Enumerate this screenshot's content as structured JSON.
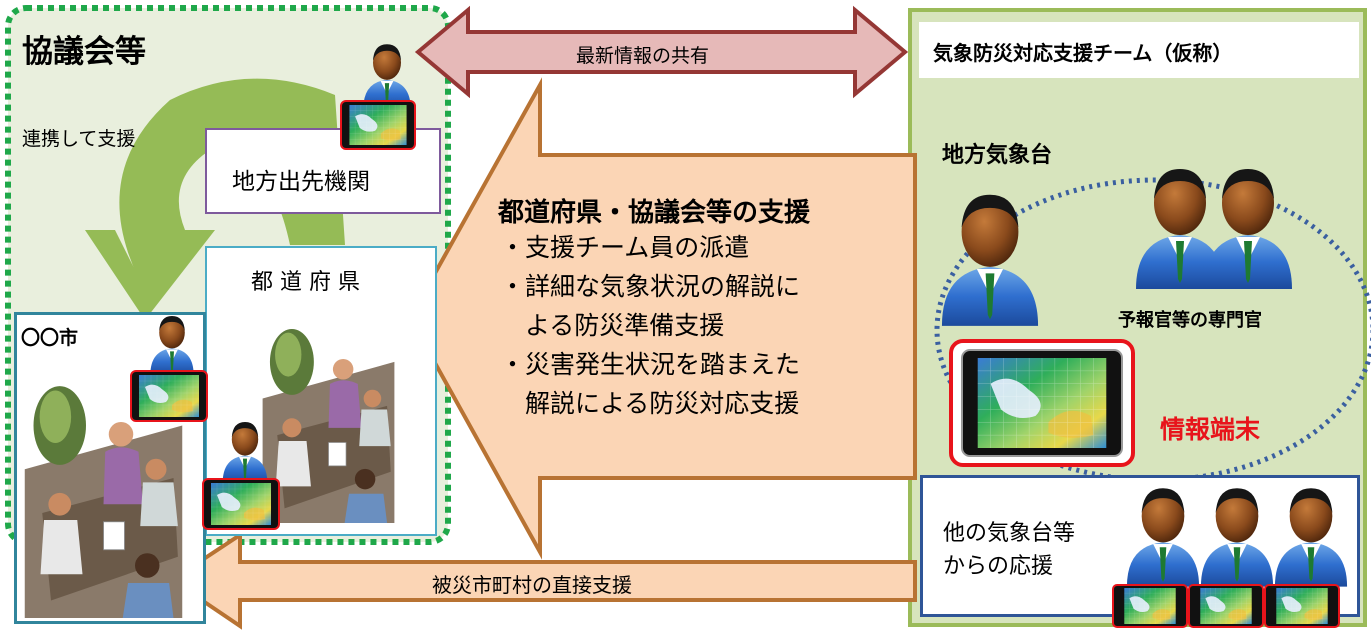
{
  "kyogikai": {
    "title": "協議会等",
    "renkei_label": "連携して支援",
    "chiho_label": "地方出先機関",
    "todofuken_label": "都 道 府 県",
    "city_label": "〇〇市"
  },
  "arrows": {
    "share_label": "最新情報の共有",
    "direct_support_label": "被災市町村の直接支援"
  },
  "support_block": {
    "heading": "都道府県・協議会等の支援",
    "items": [
      "・支援チーム員の派遣",
      "・詳細な気象状況の解説に",
      "　よる防災準備支援",
      "・災害発生状況を踏まえた",
      "　解説による防災対応支援"
    ]
  },
  "team": {
    "title": "気象防災対応支援チーム（仮称）",
    "chiho_kishodai": "地方気象台",
    "experts_label": "予報官等の専門官",
    "terminal_label": "情報端末",
    "other_offices_line1": "他の気象台等",
    "other_offices_line2": "からの応援"
  },
  "colors": {
    "green_border": "#1fa84a",
    "kyogikai_bg": "#e9efdd",
    "team_bg": "#d7e4bd",
    "team_border": "#9bbb59",
    "orange_fill": "#fbd5b5",
    "orange_border": "#b87333",
    "share_fill": "#e6b9b8",
    "share_border": "#953735",
    "terminal_red": "#e8141b"
  }
}
